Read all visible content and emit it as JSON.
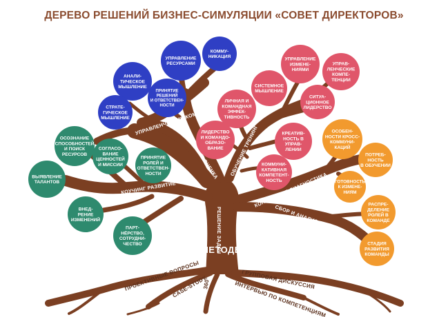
{
  "title": "ДЕРЕВО РЕШЕНИЙ БИЗНЕС-СИМУЛЯЦИИ «СОВЕТ ДИРЕКТОРОВ»",
  "trunk": {
    "main_label": "МЕТОДЫ",
    "center_label": "РЕШЕНИЕ ЗАДАЧ"
  },
  "branches": {
    "management": "УПРАВЛЕНЧЕСКИЕ КОМПЕТЕНЦИИ",
    "assessment": "АССЕССМЕНТ ОЦЕНКА",
    "training": "ОБУЧЕНИЕ ТРЕНИНГ",
    "coaching": "КОУЧИНГ РАЗВИТИЕ",
    "consulting": "КОНСАЛТИНГ ДИАГНОСТИКА",
    "data_analysis": "СБОР И АНАЛИЗ ДАННЫХ"
  },
  "roots": {
    "project_questions": "ПРОЕКТИВНЫЕ ВОПРОСЫ",
    "case_study": "CASE-STUDY",
    "r360": "360°",
    "group_discussion": "ГРУППОВАЯ ДИСКУССИЯ",
    "interview": "ИНТЕРВЬЮ ПО КОМПЕТЕНЦИЯМ"
  },
  "colors": {
    "blue": "#2f3fc4",
    "red": "#e0566a",
    "orange": "#f29a2e",
    "green": "#2e8a6e",
    "trunk": "#7b3f22",
    "title": "#8a4b2e"
  },
  "nodes": [
    {
      "id": "resources",
      "color": "blue",
      "lines": [
        "УПРАВЛЕНИЕ",
        "РЕСУРСАМИ"
      ]
    },
    {
      "id": "communication",
      "color": "blue",
      "lines": [
        "КОММУ-",
        "НИКАЦИЯ"
      ]
    },
    {
      "id": "analytical",
      "color": "blue",
      "lines": [
        "АНАЛИ-",
        "ТИЧЕСКОЕ",
        "МЫШЛЕНИЕ"
      ]
    },
    {
      "id": "decisions",
      "color": "blue",
      "lines": [
        "ПРИНЯТИЕ",
        "РЕШЕНИЙ",
        "И ОТВЕТСТВЕН-",
        "НОСТИ"
      ]
    },
    {
      "id": "strategic",
      "color": "blue",
      "lines": [
        "СТРАТЕ-",
        "ГИЧЕСКОЕ",
        "МЫШЛЕНИЕ"
      ]
    },
    {
      "id": "change_mgmt",
      "color": "red",
      "lines": [
        "УПРАВЛЕНИЕ",
        "ИЗМЕНЕ-",
        "НИЯМИ"
      ]
    },
    {
      "id": "mgmt_comp",
      "color": "red",
      "lines": [
        "УПРАВ-",
        "ЛЕНЧЕСКИЕ",
        "КОМПЕ-",
        "ТЕНЦИИ"
      ]
    },
    {
      "id": "systemic",
      "color": "red",
      "lines": [
        "СИСТЕМНОЕ",
        "МЫШЛЕНИЕ"
      ]
    },
    {
      "id": "situational",
      "color": "red",
      "lines": [
        "СИТУА-",
        "ЦИОННОЕ",
        "ЛИДЕРСТВО"
      ]
    },
    {
      "id": "personal_team",
      "color": "red",
      "lines": [
        "ЛИЧНАЯ И",
        "КОМАНДНАЯ",
        "ЭФФЕК-",
        "ТИВНОСТЬ"
      ]
    },
    {
      "id": "leadership",
      "color": "red",
      "lines": [
        "ЛИДЕРСТВО",
        "И КОМАНДО-",
        "ОБРАЗО-",
        "ВАНИЕ"
      ]
    },
    {
      "id": "creativity",
      "color": "red",
      "lines": [
        "КРЕАТИВ-",
        "НОСТЬ В",
        "УПРАВ-",
        "ЛЕНИИ"
      ]
    },
    {
      "id": "communicative",
      "color": "red",
      "lines": [
        "КОММУНИ-",
        "КАТИВНАЯ",
        "КОМПЕТЕНТ-",
        "НОСТЬ"
      ]
    },
    {
      "id": "cross_comm",
      "color": "orange",
      "lines": [
        "ОСОБЕН-",
        "НОСТИ КРОСС-",
        "КОММУНИ-",
        "КАЦИЙ"
      ]
    },
    {
      "id": "learning_needs",
      "color": "orange",
      "lines": [
        "ПОТРЕБ-",
        "НОСТЬ",
        "В ОБУЧЕНИИ"
      ]
    },
    {
      "id": "readiness",
      "color": "orange",
      "lines": [
        "ГОТОВНОСТЬ",
        "К ИЗМЕНЕ-",
        "НИЯМ"
      ]
    },
    {
      "id": "roles_team",
      "color": "orange",
      "lines": [
        "РАСПРЕ-",
        "ДЕЛЕНИЕ",
        "РОЛЕЙ В",
        "КОМАНДЕ"
      ]
    },
    {
      "id": "team_stage",
      "color": "orange",
      "lines": [
        "СТАДИЯ",
        "РАЗВИТИЯ",
        "КОМАНДЫ"
      ]
    },
    {
      "id": "awareness",
      "color": "green",
      "lines": [
        "ОСОЗНАНИЕ",
        "СПОСОБНОСТЕЙ",
        "И ПОИСК",
        "РЕСУРСОВ"
      ]
    },
    {
      "id": "values",
      "color": "green",
      "lines": [
        "СОГЛАСО-",
        "ВАНИЕ",
        "ЦЕННОСТЕЙ",
        "И МИССИИ"
      ]
    },
    {
      "id": "roles_resp",
      "color": "green",
      "lines": [
        "ПРИНЯТИЕ",
        "РОЛЕЙ И",
        "ОТВЕТСТВЕН-",
        "НОСТИ"
      ]
    },
    {
      "id": "talents",
      "color": "green",
      "lines": [
        "ВЫЯВЛЕНИЕ",
        "ТАЛАНТОВ"
      ]
    },
    {
      "id": "implementation",
      "color": "green",
      "lines": [
        "ВНЕД-",
        "РЕНИЕ",
        "ИЗМЕНЕНИЙ"
      ]
    },
    {
      "id": "partnership",
      "color": "green",
      "lines": [
        "ПАРТ-",
        "НЁРСТВО,",
        "СОТРУДНИ-",
        "ЧЕСТВО"
      ]
    }
  ]
}
